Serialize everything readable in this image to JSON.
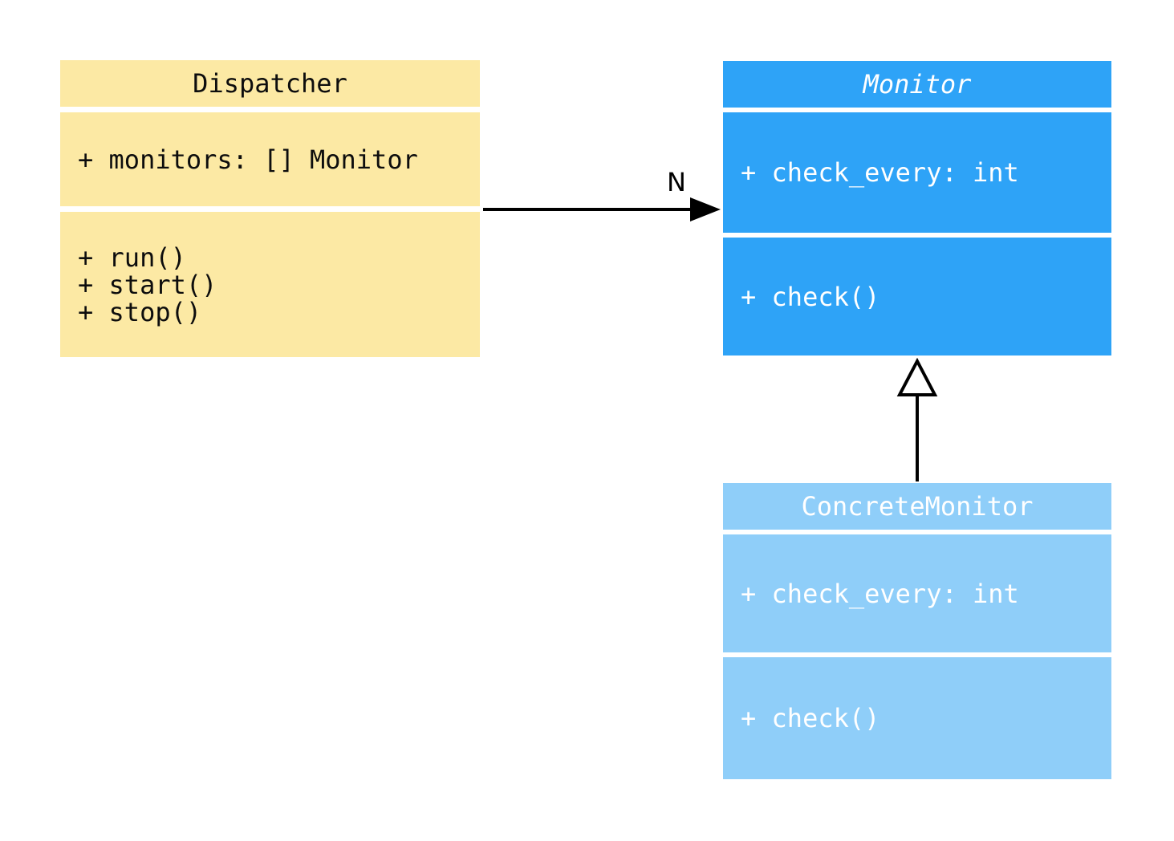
{
  "diagram": {
    "classes": [
      {
        "name": "Dispatcher",
        "abstract": false,
        "fill_color": "#FCE9A4",
        "text_color": "#0d0d0d",
        "attributes": [
          "+ monitors: [] Monitor"
        ],
        "methods": [
          "+ run()",
          "+ start()",
          "+ stop()"
        ]
      },
      {
        "name": "Monitor",
        "abstract": true,
        "fill_color": "#2EA3F7",
        "text_color": "#ffffff",
        "attributes": [
          "+ check_every: int"
        ],
        "methods": [
          "+ check()"
        ]
      },
      {
        "name": "ConcreteMonitor",
        "abstract": false,
        "fill_color": "#8FCEF9",
        "text_color": "#ffffff",
        "attributes": [
          "+ check_every: int"
        ],
        "methods": [
          "+ check()"
        ]
      }
    ],
    "relations": [
      {
        "type": "association",
        "from": "Dispatcher",
        "to": "Monitor",
        "label": "N"
      },
      {
        "type": "inheritance",
        "from": "ConcreteMonitor",
        "to": "Monitor",
        "label": ""
      }
    ]
  }
}
